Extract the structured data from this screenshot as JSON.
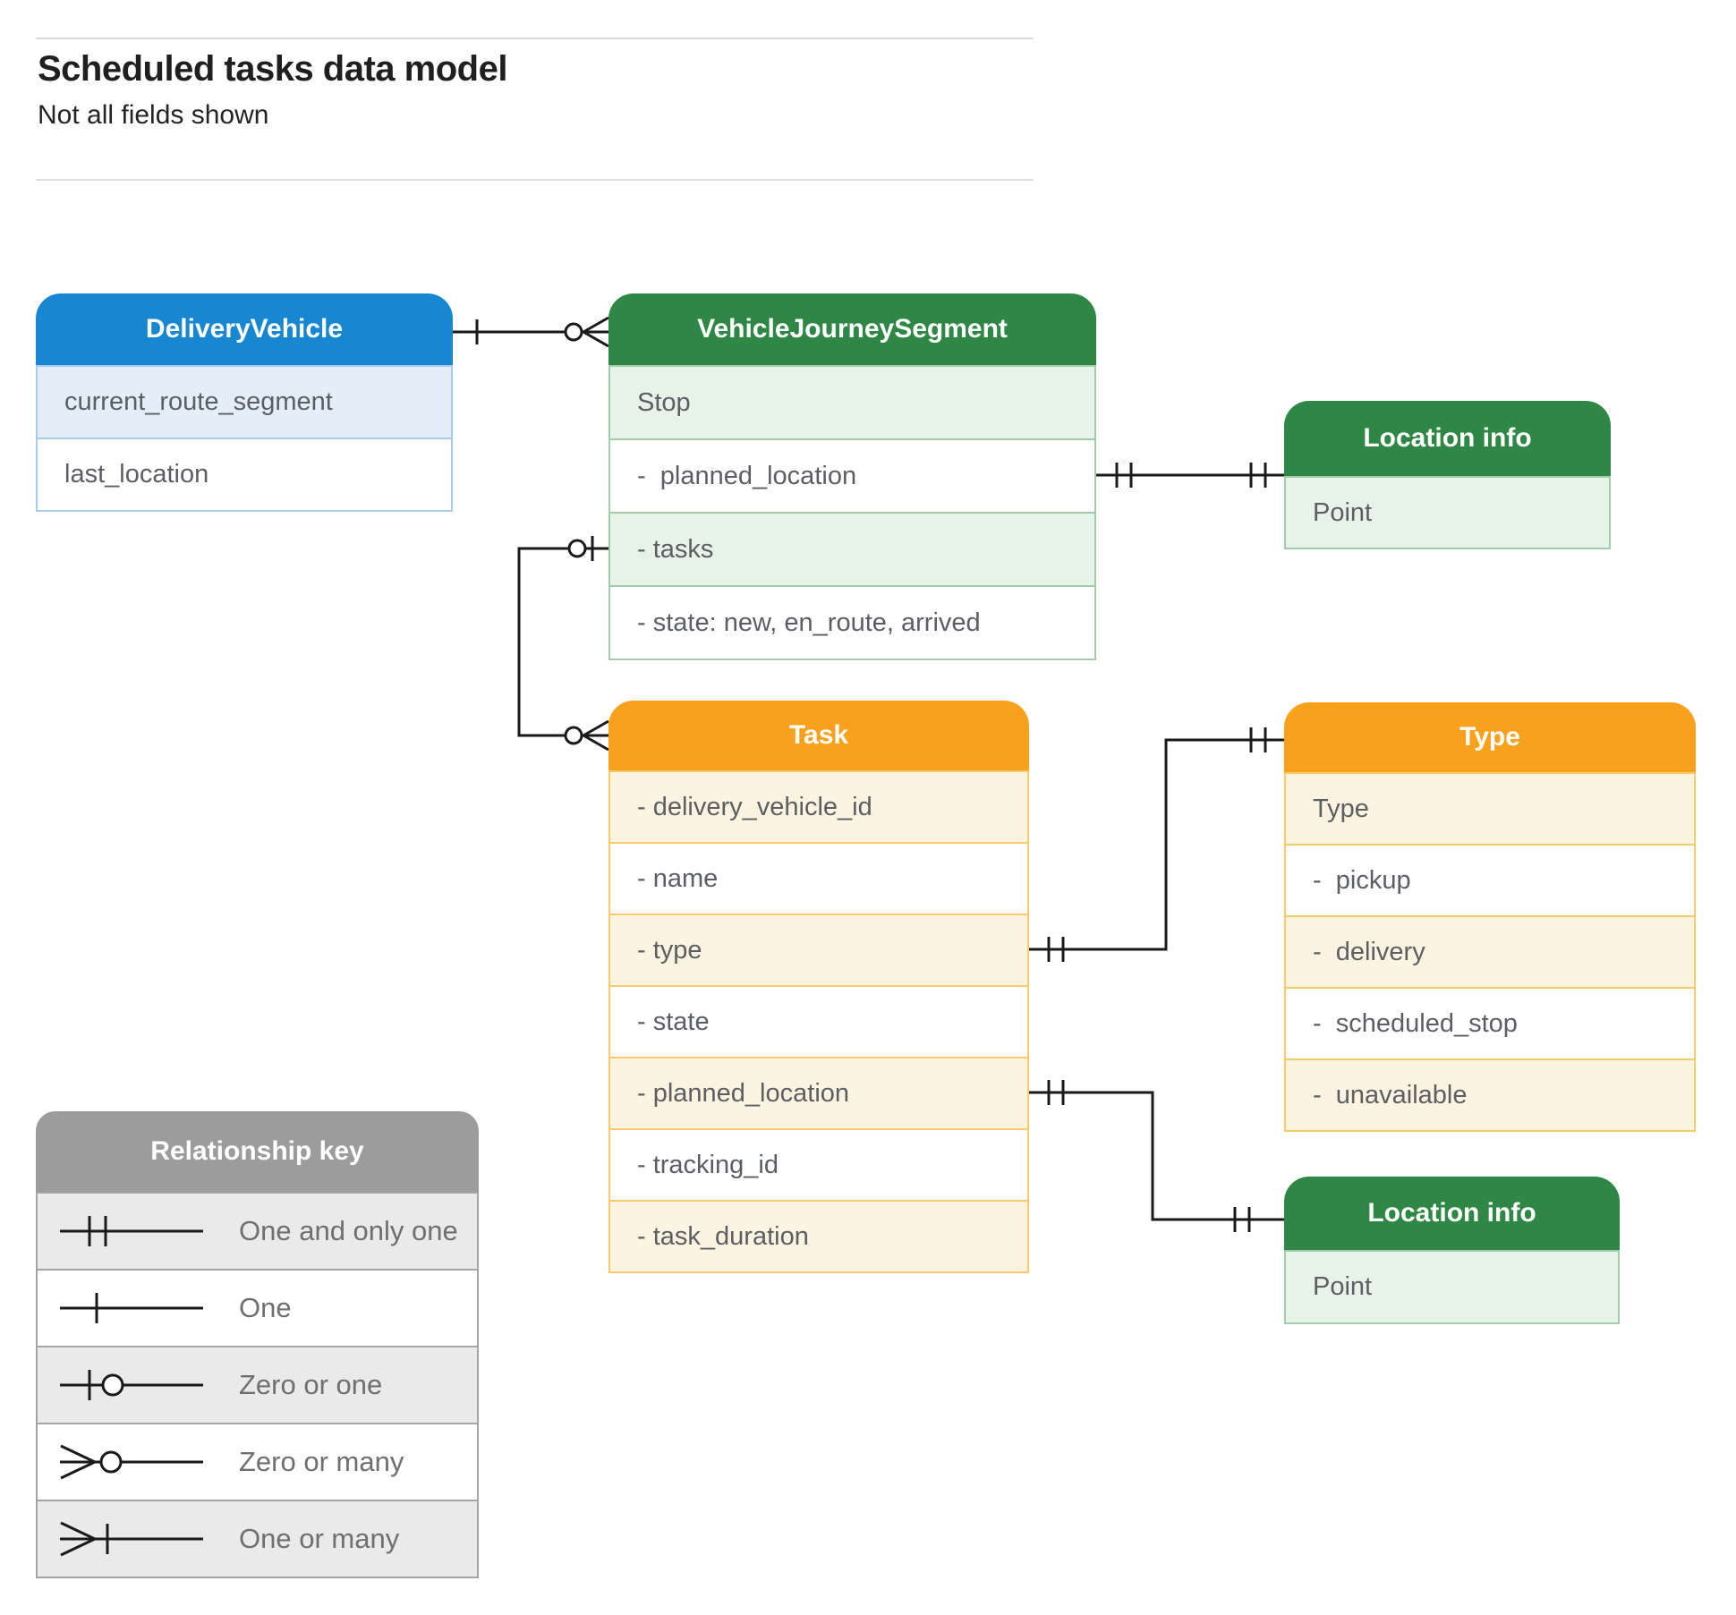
{
  "page": {
    "title": "Scheduled tasks data model",
    "subtitle": "Not all fields shown"
  },
  "entities": {
    "delivery_vehicle": {
      "title": "DeliveryVehicle",
      "rows": [
        "current_route_segment",
        "last_location"
      ]
    },
    "vehicle_journey_segment": {
      "title": "VehicleJourneySegment",
      "rows": [
        "Stop",
        "-  planned_location",
        "- tasks",
        "- state: new, en_route, arrived"
      ]
    },
    "location_info_top": {
      "title": "Location info",
      "rows": [
        "Point"
      ]
    },
    "task": {
      "title": "Task",
      "rows": [
        "- delivery_vehicle_id",
        "- name",
        "- type",
        "- state",
        "- planned_location",
        "- tracking_id",
        "- task_duration"
      ]
    },
    "type": {
      "title": "Type",
      "rows": [
        "Type",
        "-  pickup",
        "-  delivery",
        "-  scheduled_stop",
        "-  unavailable"
      ]
    },
    "location_info_bottom": {
      "title": "Location info",
      "rows": [
        "Point"
      ]
    }
  },
  "legend": {
    "title": "Relationship key",
    "items": [
      {
        "symbol": "one-and-only-one-symbol",
        "label": "One and only one"
      },
      {
        "symbol": "one-symbol",
        "label": "One"
      },
      {
        "symbol": "zero-or-one-symbol",
        "label": "Zero or one"
      },
      {
        "symbol": "zero-or-many-symbol",
        "label": "Zero or many"
      },
      {
        "symbol": "one-or-many-symbol",
        "label": "One or many"
      }
    ]
  },
  "relationships": [
    {
      "from": "DeliveryVehicle",
      "to": "VehicleJourneySegment",
      "from_cardinality": "One",
      "to_cardinality": "Zero or many"
    },
    {
      "from": "VehicleJourneySegment.planned_location",
      "to": "Location info",
      "from_cardinality": "One and only one",
      "to_cardinality": "One and only one"
    },
    {
      "from": "VehicleJourneySegment.tasks",
      "to": "Task",
      "from_cardinality": "Zero or one",
      "to_cardinality": "Zero or many"
    },
    {
      "from": "Task.type",
      "to": "Type",
      "from_cardinality": "One and only one",
      "to_cardinality": "One and only one"
    },
    {
      "from": "Task.planned_location",
      "to": "Location info",
      "from_cardinality": "One and only one",
      "to_cardinality": "One and only one"
    }
  ],
  "colors": {
    "blue_header": "#1787d1",
    "blue_row": "#e3eef9",
    "green_header": "#2e8745",
    "green_row": "#e7f2e9",
    "orange_header": "#f9a11d",
    "orange_row": "#fdf3e1",
    "gray_header": "#9c9c9c",
    "gray_row": "#eaeaea",
    "line": "#1a1a1a",
    "row_text": "#5b5f63"
  }
}
